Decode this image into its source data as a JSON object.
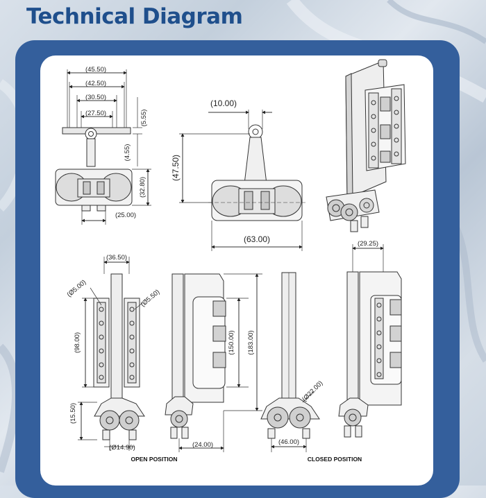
{
  "title": "Technical Diagram",
  "top_left": {
    "d1": "(45.50)",
    "d2": "(42.50)",
    "d3": "(30.50)",
    "d4": "(27.50)",
    "d5": "(5.55)",
    "d6": "(4.55)",
    "d7": "(32.80)",
    "d8": "(25.00)"
  },
  "top_mid": {
    "d1": "(10.00)",
    "d2": "(47.50)",
    "d3": "(63.00)"
  },
  "bottom": {
    "d_36_50": "(36.50)",
    "d_dia5_00": "(Ø5.00)",
    "d_dia5_50": "(Ø5.50)",
    "d_98_00": "(98.00)",
    "d_15_50": "(15.50)",
    "d_dia14_90": "(Ø14.90)",
    "d_150_00": "(150.00)",
    "d_183_00": "(183.00)",
    "d_24_00": "(24.00)",
    "d_dia22_00": "(Ø22.00)",
    "d_46_00": "(46.00)",
    "d_29_25": "(29.25)"
  },
  "captions": {
    "open": "OPEN POSITION",
    "closed": "CLOSED POSITION"
  },
  "colors": {
    "title": "#1f4f8c",
    "frame": "#345f9c",
    "panel": "#ffffff",
    "line": "#222222"
  }
}
